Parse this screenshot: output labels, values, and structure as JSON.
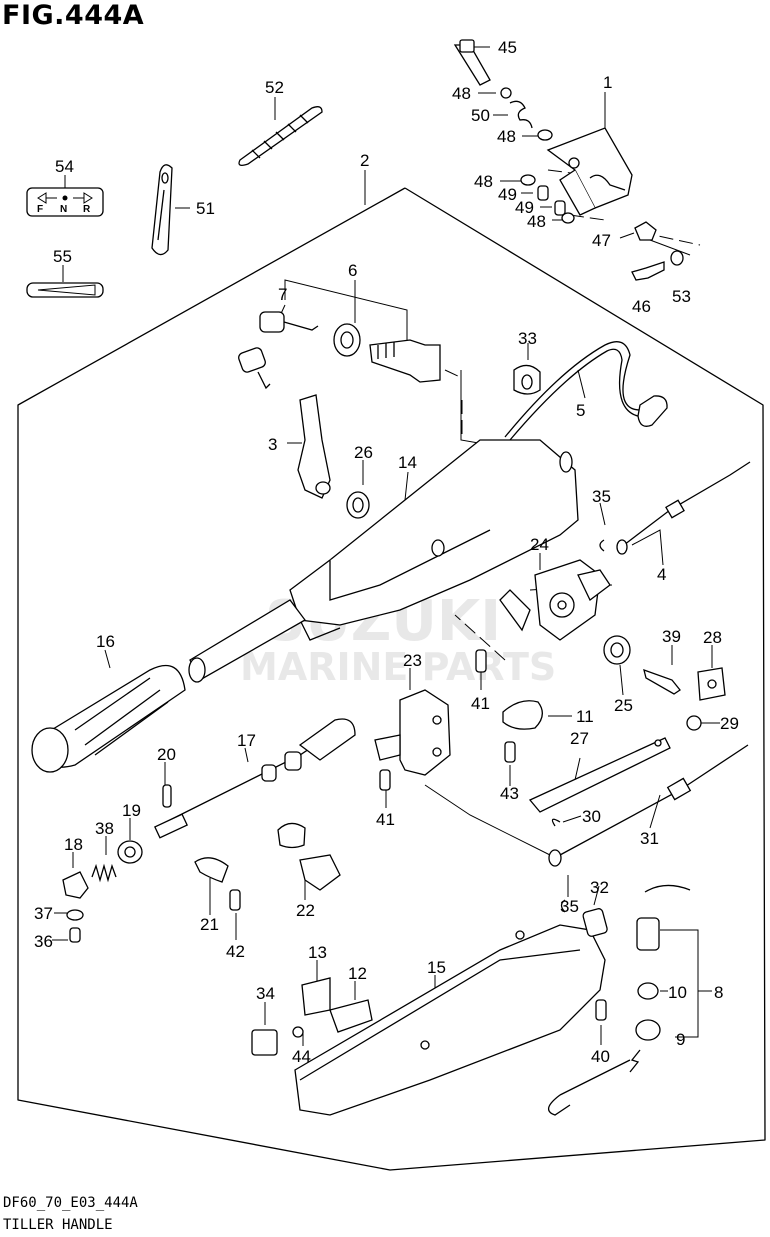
{
  "figure": {
    "title": "FIG.444A",
    "code": "DF60_70_E03_444A",
    "name": "TILLER HANDLE"
  },
  "watermark": {
    "brand": "SUZUKI",
    "sub": "MARINE PARTS"
  },
  "shift_label": {
    "letters": [
      "F",
      "N",
      "R"
    ]
  },
  "callouts": {
    "c1": "1",
    "c2": "2",
    "c3": "3",
    "c4": "4",
    "c5": "5",
    "c6": "6",
    "c7": "7",
    "c8": "8",
    "c9": "9",
    "c10": "10",
    "c11": "11",
    "c12": "12",
    "c13": "13",
    "c14": "14",
    "c15": "15",
    "c16": "16",
    "c17": "17",
    "c18": "18",
    "c19": "19",
    "c20": "20",
    "c21": "21",
    "c22": "22",
    "c23": "23",
    "c24": "24",
    "c25": "25",
    "c26": "26",
    "c27": "27",
    "c28": "28",
    "c29": "29",
    "c30": "30",
    "c31": "31",
    "c32": "32",
    "c33": "33",
    "c34": "34",
    "c35a": "35",
    "c35b": "35",
    "c36": "36",
    "c37": "37",
    "c38": "38",
    "c39": "39",
    "c40": "40",
    "c41a": "41",
    "c41b": "41",
    "c42": "42",
    "c43": "43",
    "c44": "44",
    "c45": "45",
    "c46": "46",
    "c47": "47",
    "c48a": "48",
    "c48b": "48",
    "c48c": "48",
    "c48d": "48",
    "c49a": "49",
    "c49b": "49",
    "c50": "50",
    "c51": "51",
    "c52": "52",
    "c53": "53",
    "c54": "54",
    "c55": "55"
  }
}
